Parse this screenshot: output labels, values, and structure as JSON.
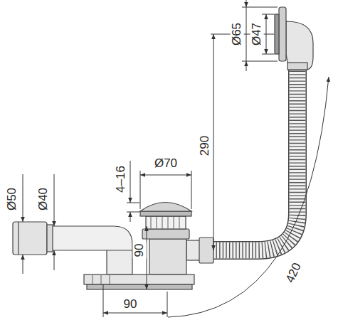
{
  "diagram": {
    "labels": [
      "Ø65",
      "Ø47",
      "290",
      "4–16",
      "Ø70",
      "Ø50",
      "Ø40",
      "90",
      "90",
      "420"
    ]
  }
}
